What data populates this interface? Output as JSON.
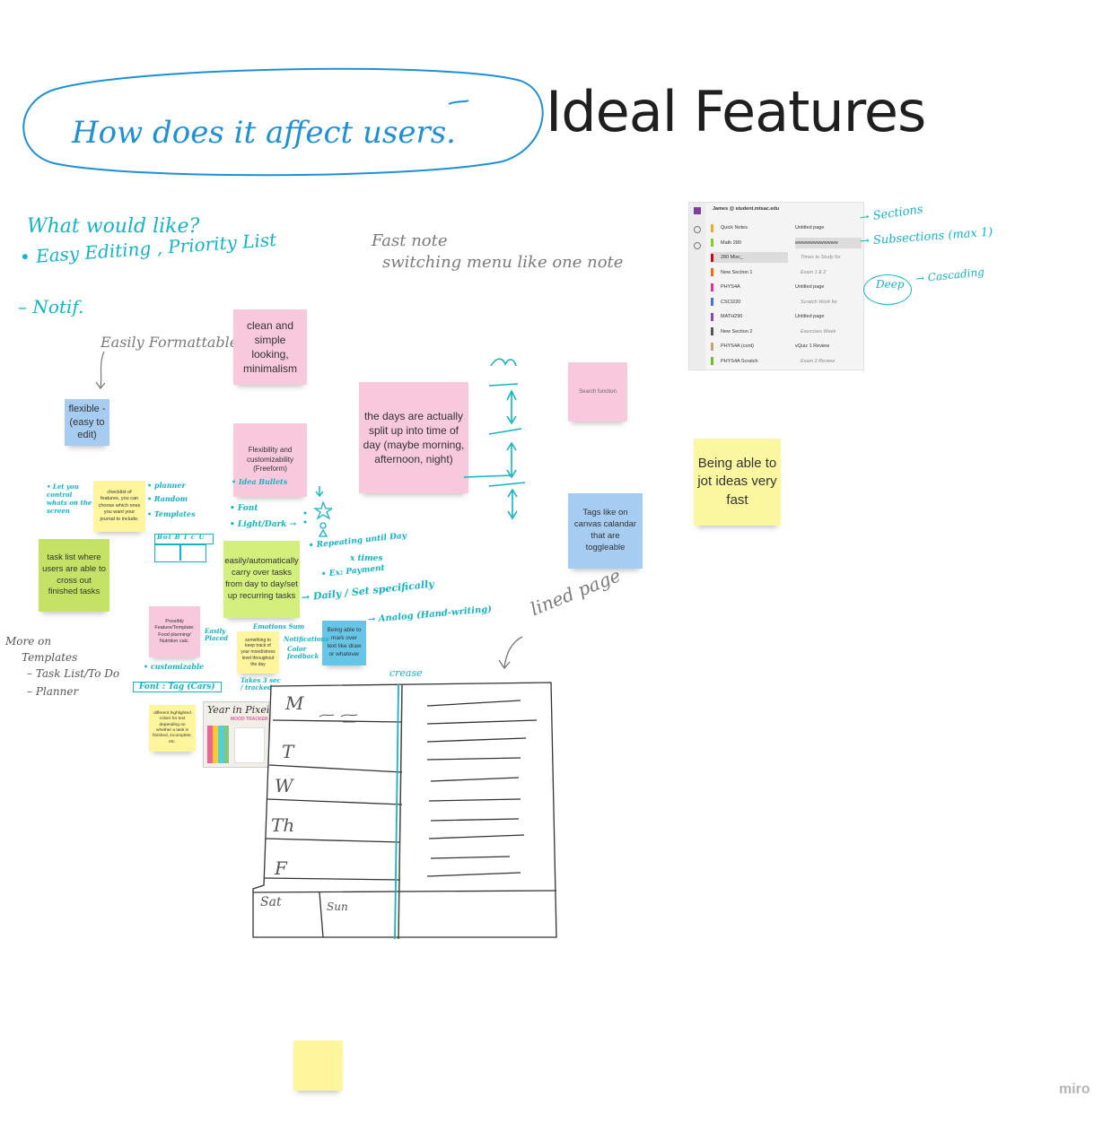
{
  "board": {
    "title": "Ideal Features",
    "brand": "miro"
  },
  "handwriting": {
    "question": "How does it affect users.",
    "what_would_like": "What would like?",
    "easy_editing": "• Easy Editing , Priority List",
    "notif": "– Notif.",
    "easily_formattable": "Easily Formattable",
    "fast_note": "Fast note",
    "switching_menu": "switching menu like one note",
    "sections": "→ Sections",
    "subsections": "→ Subsections (max 1)",
    "deep": "Deep",
    "cascading": "→ Cascading",
    "lined_page": "lined page",
    "crease": "crease",
    "more_on_templates": "More on",
    "templates": "Templates",
    "task_list_todo": "– Task List/To Do",
    "planner": "– Planner",
    "repeating": "• Repeating until Day",
    "x_times": "x times",
    "ex_payment": "• Ex: Payment",
    "daily_set": "→ Daily / Set specifically",
    "analog": "→ Analog (Hand-writing)",
    "let_you_control": "• Let you control whats on the screen",
    "planner_small": "• planner",
    "random": "• Random",
    "templates_small": "• Templates",
    "idea_bullets": "• Idea Bullets",
    "font": "• Font",
    "light_dark": "• Light/Dark →",
    "bold_etc": "Bol  B  I  c  U",
    "customizable": "• customizable",
    "font_tag": "Font : Tag (Cars)",
    "easily_placed": "Easily Placed",
    "emotions": "Emotions Sum",
    "notifications": "Notifications",
    "color_feedback": "Color feedback",
    "takes_time": "Takes 3 sec / tracked",
    "day_m": "M",
    "day_t": "T",
    "day_w": "W",
    "day_th": "Th",
    "day_f": "F",
    "day_sat": "Sat",
    "day_sun": "Sun"
  },
  "stickies": {
    "clean": "clean and simple looking, minimalism",
    "flexible": "flexible - (easy to edit)",
    "flexibility": "Flexibility and customizability (Freeform)",
    "days_split": "the days are actually split up into time of day (maybe morning, afternoon, night)",
    "search": "Search function",
    "jot": "Being able to jot ideas very fast",
    "tags": "Tags like on canvas calandar that are toggleable",
    "checklist": "checklist of features, you can choose which ones you want your journal to include.",
    "task_list": "task list where users are able to cross out finished tasks",
    "carry_over": "easily/automatically carry over tasks from day to day/set up recurring tasks",
    "possibly": "Possibly Feature/Template: Food planning/ Nutrition calc.",
    "mood": "something to keep track of your mood/stress level throughout the day",
    "mark_over": "Being able to mark over text like draw or whatever",
    "highlight": "different highlighted colors for text depending on whether a task is finished, incomplete, etc.",
    "empty": ""
  },
  "onenote": {
    "account": "James @ student.mtsac.edu",
    "sections": [
      "Quick Notes",
      "Math 280",
      "280 Misc_",
      "New Section 1",
      "PHYS4A",
      "CSCI220",
      "MATH290",
      "New Section 2",
      "PHYS4A (cont)",
      "PHYS4A Scratch"
    ],
    "section_colors": [
      "#f5a623",
      "#7ed321",
      "#d0021b",
      "#f56b00",
      "#e8308a",
      "#4a6fdc",
      "#8e44ad",
      "#555555",
      "#c8a27a",
      "#6cbf2a"
    ],
    "pages": [
      "Untitled page",
      "wwwwwwwwwwww",
      "Times to Study for",
      "Exam 1 & 2",
      "Untitled page",
      "Scratch Work for",
      "Untitled page",
      "Exercises Week",
      "vQuiz 1 Review",
      "Exam 2 Review"
    ]
  },
  "photo": {
    "title": "Year in Pixels",
    "subtitle": "MOOD TRACKER"
  }
}
